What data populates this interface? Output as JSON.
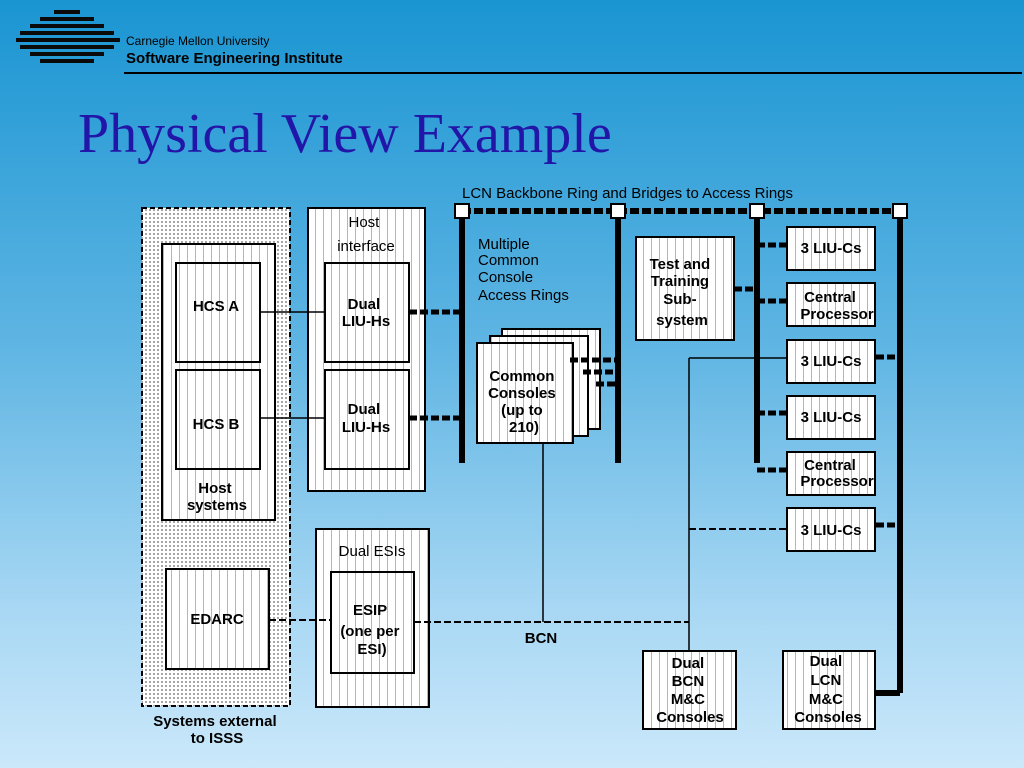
{
  "header": {
    "university": "Carnegie Mellon University",
    "institute": "Software Engineering Institute"
  },
  "slide": {
    "title": "Physical View Example"
  },
  "diagram": {
    "backbone_label": "LCN Backbone Ring and Bridges to Access Rings",
    "access_rings_label": [
      "Multiple",
      "Common",
      "Console",
      "Access Rings"
    ],
    "host_interface_label": [
      "Host",
      "interface"
    ],
    "hcs_a": "HCS A",
    "hcs_b": "HCS B",
    "host_systems_label": [
      "Host",
      "systems"
    ],
    "liu_hs_top": [
      "Dual",
      "LIU-Hs"
    ],
    "liu_hs_bottom": [
      "Dual",
      "LIU-Hs"
    ],
    "edarc": "EDARC",
    "external_label": [
      "Systems external",
      "to ISSS"
    ],
    "dual_esis_label": "Dual ESIs",
    "esip": [
      "ESIP",
      "(one per",
      "ESI)"
    ],
    "common_consoles": [
      "Common",
      "Consoles",
      "(up to",
      "210)"
    ],
    "bcn_label": "BCN",
    "test_training": [
      "Test and",
      "Training",
      "Sub-",
      "system"
    ],
    "liu_cs_1": "3 LIU-Cs",
    "central_processor_1": [
      "Central",
      "Processor"
    ],
    "liu_cs_2": "3 LIU-Cs",
    "liu_cs_3": "3 LIU-Cs",
    "central_processor_2": [
      "Central",
      "Processor"
    ],
    "liu_cs_4": "3 LIU-Cs",
    "bcn_consoles": [
      "Dual",
      "BCN",
      "M&C",
      "Consoles"
    ],
    "lcn_consoles": [
      "Dual",
      "LCN",
      "M&C",
      "Consoles"
    ]
  }
}
